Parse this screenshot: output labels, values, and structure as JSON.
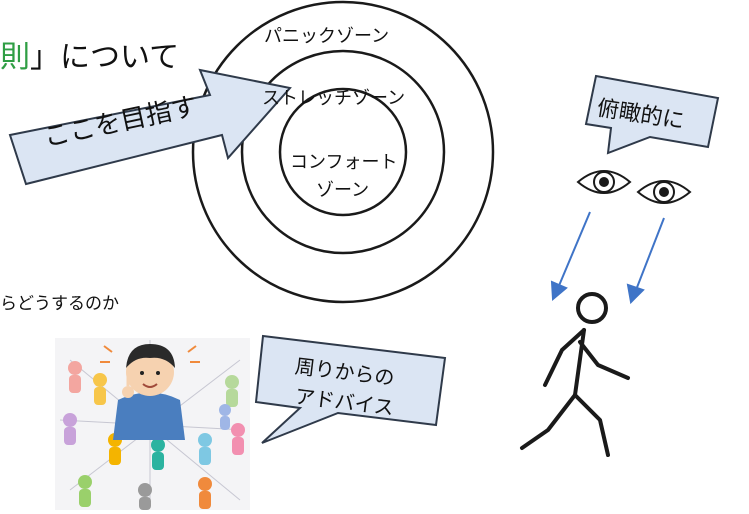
{
  "heading": {
    "accent": "則",
    "rest": "」について"
  },
  "zones": {
    "panic": "パニックゾーン",
    "stretch": "ストレッチゾーン",
    "comfort_line1": "コンフォート",
    "comfort_line2": "ゾーン"
  },
  "arrow_label": "ここを目指す",
  "callout_overview": "俯瞰的に",
  "callout_advice_line1": "周りからの",
  "callout_advice_line2": "アドバイス",
  "side_text": "らどうするのか",
  "colors": {
    "accent_green": "#2f9e44",
    "callout_fill": "#dbe5f3",
    "callout_stroke": "#2f3a4a",
    "arrow_blue": "#3f74c7"
  },
  "icons": [
    "eye-icon",
    "walking-person-icon",
    "people-crowd-illustration"
  ]
}
